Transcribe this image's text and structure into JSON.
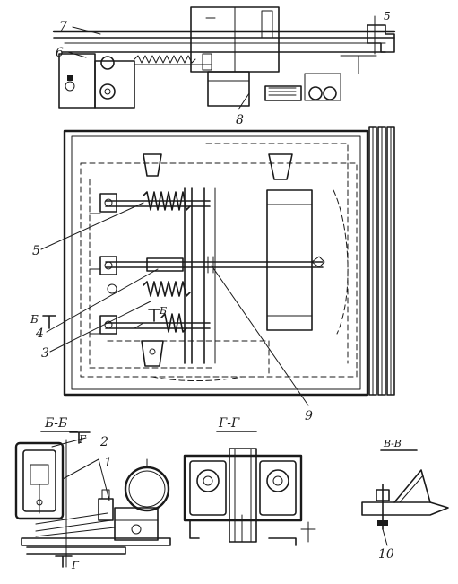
{
  "callouts": {
    "c1": "1",
    "c2": "2",
    "c3": "3",
    "c4": "4",
    "c5": "5",
    "c5_top": "5",
    "c6": "6",
    "c7": "7",
    "c8": "8",
    "c9": "9",
    "c10": "10"
  },
  "sections": {
    "bb": "Б-Б",
    "gg": "Г-Г",
    "vv": "В-В",
    "b_mark": "Б",
    "b_mark_left": "Б",
    "g_mark_top": "Г",
    "g_mark_bottom": "Г"
  }
}
